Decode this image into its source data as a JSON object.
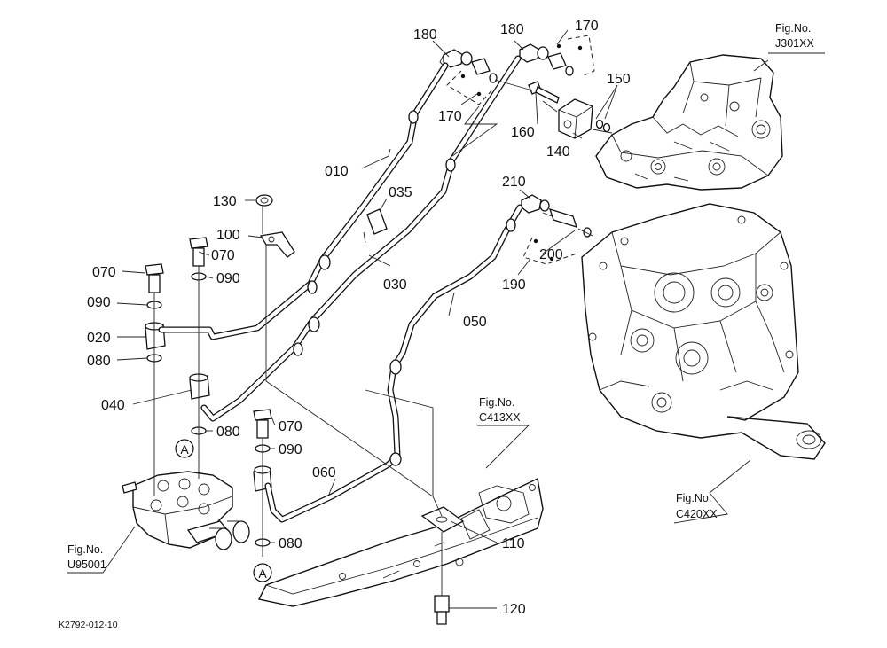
{
  "diagram_code": "K2792-012-10",
  "part_labels": [
    {
      "id": "p180a",
      "text": "180"
    },
    {
      "id": "p180b",
      "text": "180"
    },
    {
      "id": "p170a",
      "text": "170"
    },
    {
      "id": "p170b",
      "text": "170"
    },
    {
      "id": "p150",
      "text": "150"
    },
    {
      "id": "p160",
      "text": "160"
    },
    {
      "id": "p140",
      "text": "140"
    },
    {
      "id": "p010",
      "text": "010"
    },
    {
      "id": "p035",
      "text": "035"
    },
    {
      "id": "p130",
      "text": "130"
    },
    {
      "id": "p100",
      "text": "100"
    },
    {
      "id": "p070a",
      "text": "070"
    },
    {
      "id": "p070b",
      "text": "070"
    },
    {
      "id": "p070c",
      "text": "070"
    },
    {
      "id": "p090a",
      "text": "090"
    },
    {
      "id": "p090b",
      "text": "090"
    },
    {
      "id": "p090c",
      "text": "090"
    },
    {
      "id": "p020",
      "text": "020"
    },
    {
      "id": "p080a",
      "text": "080"
    },
    {
      "id": "p080b",
      "text": "080"
    },
    {
      "id": "p080c",
      "text": "080"
    },
    {
      "id": "p040",
      "text": "040"
    },
    {
      "id": "p030",
      "text": "030"
    },
    {
      "id": "p050",
      "text": "050"
    },
    {
      "id": "p060",
      "text": "060"
    },
    {
      "id": "p110",
      "text": "110"
    },
    {
      "id": "p120",
      "text": "120"
    },
    {
      "id": "p210",
      "text": "210"
    },
    {
      "id": "p200",
      "text": "200"
    },
    {
      "id": "p190",
      "text": "190"
    }
  ],
  "markers": [
    {
      "id": "ma",
      "text": "A"
    },
    {
      "id": "mb",
      "text": "A"
    }
  ],
  "figure_refs": [
    {
      "id": "j301",
      "prefix": "Fig.No.",
      "code": "J301XX"
    },
    {
      "id": "c413",
      "prefix": "Fig.No.",
      "code": "C413XX"
    },
    {
      "id": "c420",
      "prefix": "Fig.No.",
      "code": "C420XX"
    },
    {
      "id": "u950",
      "prefix": "Fig.No.",
      "code": "U95001"
    }
  ]
}
